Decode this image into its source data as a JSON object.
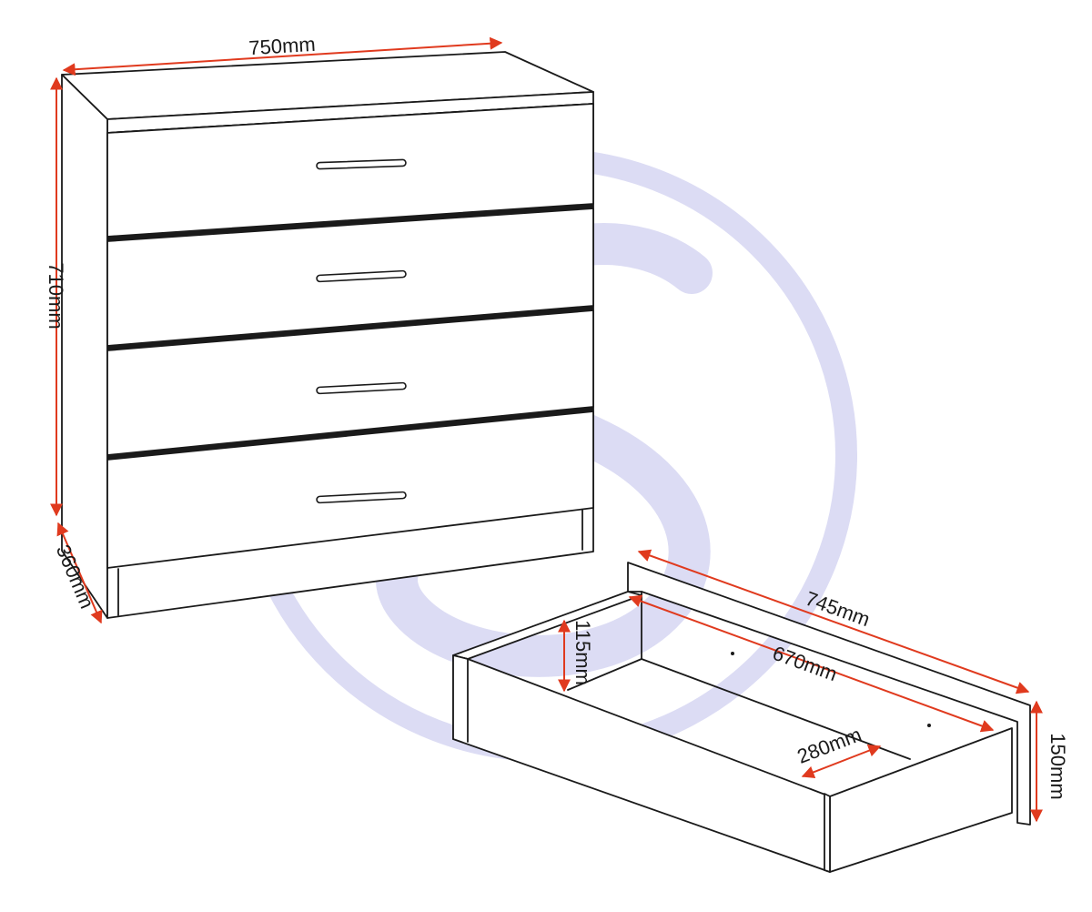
{
  "colors": {
    "outline": "#1a1a1a",
    "dimension": "#e03a1e",
    "watermark": "#dcdcf4"
  },
  "watermark_icon": "circled-s-logo",
  "dimensions": {
    "chest_width": "750mm",
    "chest_height": "710mm",
    "chest_depth": "360mm",
    "drawer_length": "745mm",
    "drawer_inner_length": "670mm",
    "drawer_inner_height": "115mm",
    "drawer_inner_depth": "280mm",
    "drawer_front_height": "150mm"
  }
}
